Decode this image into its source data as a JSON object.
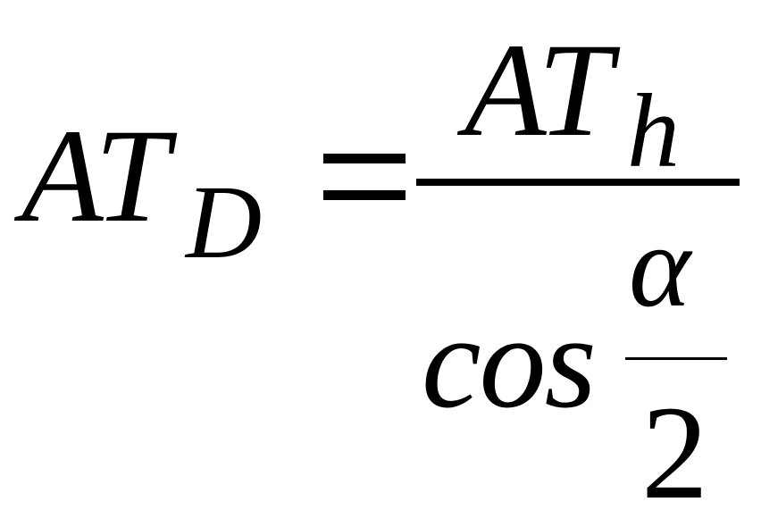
{
  "formula": {
    "lhs": {
      "base": "AT",
      "subscript": "D"
    },
    "numerator": {
      "base": "AT",
      "subscript": "h"
    },
    "denominator": {
      "function": "cos",
      "argument_numerator": "α",
      "argument_denominator": "2"
    }
  },
  "colors": {
    "background": "#ffffff",
    "ink": "#000000"
  }
}
